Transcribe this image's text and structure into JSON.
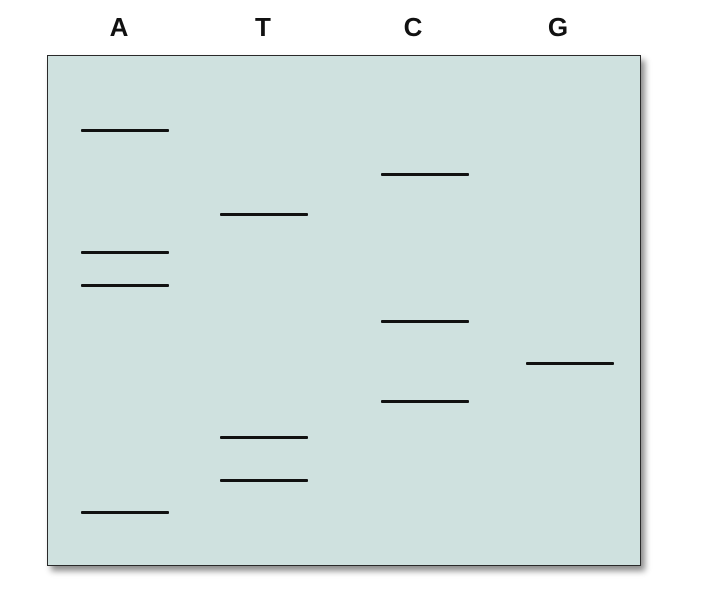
{
  "lanes": [
    {
      "label": "A",
      "bands": 4
    },
    {
      "label": "T",
      "bands": 3
    },
    {
      "label": "C",
      "bands": 3
    },
    {
      "label": "G",
      "bands": 1
    }
  ],
  "colors": {
    "gel_background": "#cfe1df",
    "band": "#111111",
    "border": "#2a2a2a"
  }
}
